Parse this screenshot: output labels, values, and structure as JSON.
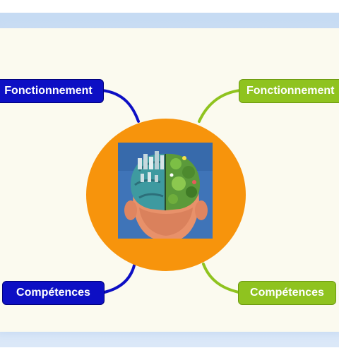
{
  "nodes": {
    "top_left": "Fonctionnement",
    "top_right": "Fonctionnement",
    "bottom_left": "Compétences",
    "bottom_right": "Compétences"
  },
  "colors": {
    "blue_node": "#0d0fc4",
    "green_node": "#8fc31f",
    "center": "#f7940c",
    "panel": "#fbfaef",
    "frame": "#c6dbf3"
  },
  "center_image": {
    "icon": "brain-icon"
  }
}
